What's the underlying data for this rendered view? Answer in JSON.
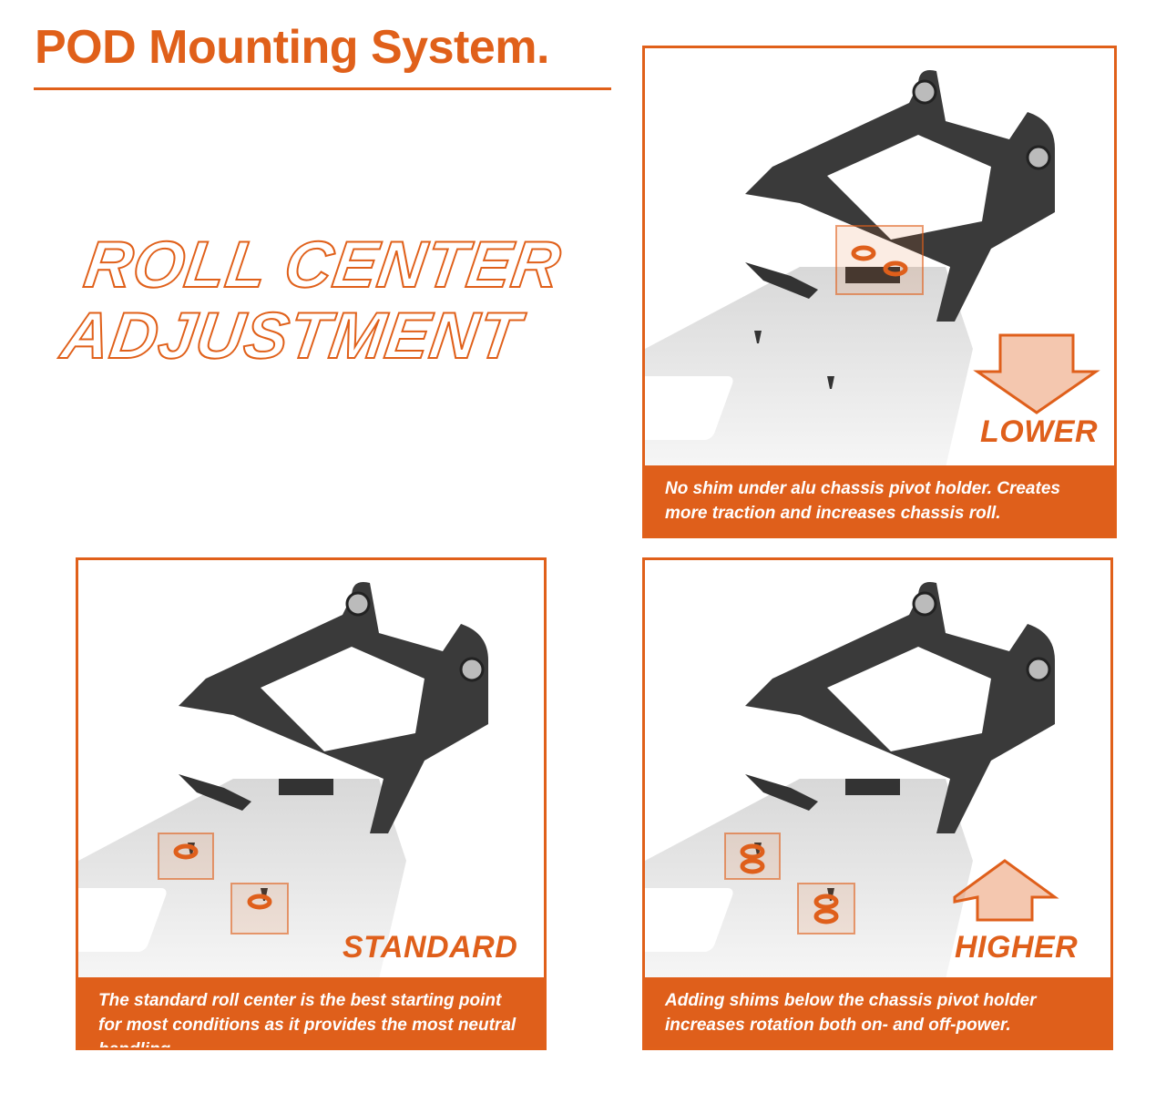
{
  "header": {
    "title": "POD Mounting System.",
    "headline_line1": "ROLL CENTER",
    "headline_line2": "ADJUSTMENT"
  },
  "panels": {
    "lower": {
      "label": "LOWER",
      "caption": "No shim under alu chassis pivot holder. Creates more traction and increases chassis roll.",
      "arrow": "down",
      "shims": 0
    },
    "standard": {
      "label": "STANDARD",
      "caption": "The standard roll center is the best starting point for most conditions as it provides the most neutral handling.",
      "arrow": "none",
      "shims": 1
    },
    "higher": {
      "label": "HIGHER",
      "caption": "Adding shims below the chassis pivot holder increases rotation both on- and off-power.",
      "arrow": "up",
      "shims": 2
    }
  },
  "colors": {
    "accent": "#DF5F1B"
  }
}
